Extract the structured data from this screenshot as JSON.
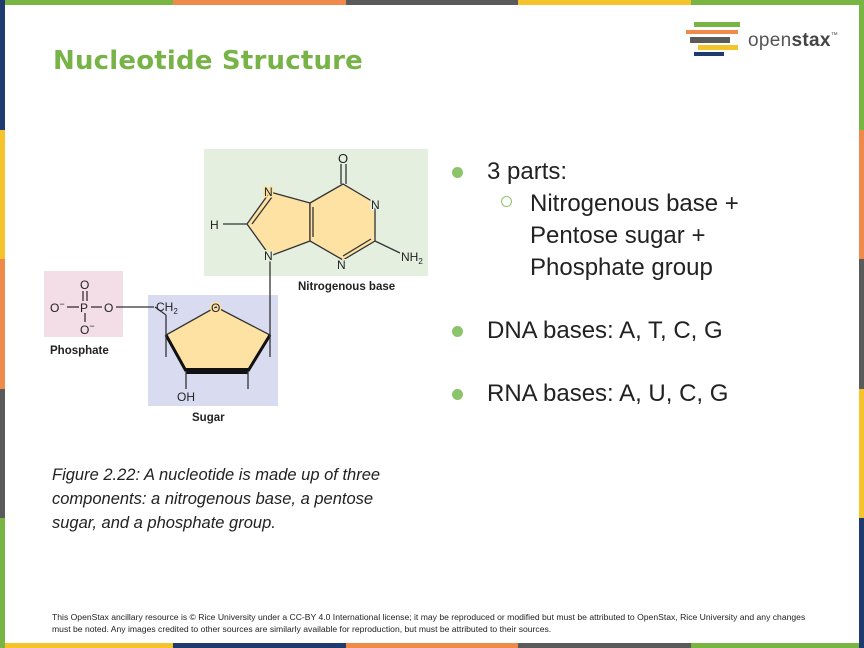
{
  "slide": {
    "title": "Nucleotide Structure",
    "logo": {
      "text_light": "open",
      "text_bold": "stax",
      "trademark": "™"
    },
    "caption": "Figure 2.22: A nucleotide is made up of three components: a nitrogenous base, a pentose sugar, and a phosphate group.",
    "bullets": {
      "b1": "3 parts:",
      "sub1": "Nitrogenous base +",
      "sub2": "Pentose sugar +",
      "sub3": "Phosphate group",
      "b2": "DNA bases: A, T, C, G",
      "b3": "RNA bases: A, U, C, G"
    },
    "footer": "This OpenStax ancillary resource is © Rice University under a CC-BY 4.0 International license; it may be reproduced or modified but must be attributed to OpenStax, Rice University and any changes must be noted. Any images credited to other sources are similarly available for reproduction, but must be attributed to their sources."
  },
  "diagram": {
    "labels": {
      "base": "Nitrogenous base",
      "phosphate": "Phosphate",
      "sugar": "Sugar"
    },
    "atoms": {
      "o_top": "O",
      "n1": "N",
      "n2": "N",
      "n3": "N",
      "n4": "N",
      "h": "H",
      "nh": "NH",
      "nh_sub": "2",
      "ch": "CH",
      "ch_sub": "2",
      "ring_o": "O",
      "oh": "OH",
      "p": "P",
      "p_o_top": "O",
      "p_o_left": "O",
      "p_o_right": "O",
      "p_o_bottom": "O",
      "minus": "−"
    }
  },
  "colors": {
    "title_green": "#77b347",
    "bullet_green": "#8cc46a",
    "base_box": "#e4efe0",
    "phosphate_box": "#f3dde6",
    "sugar_box": "#d9dcf0",
    "ring_fill": "#fde2a4"
  }
}
